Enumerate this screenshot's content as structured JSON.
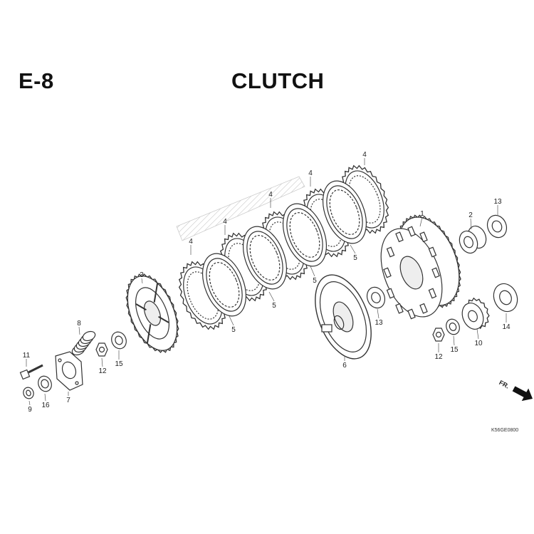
{
  "header": {
    "section_code": "E-8",
    "title": "CLUTCH"
  },
  "callouts": [
    {
      "id": "c1",
      "text": "1"
    },
    {
      "id": "c2",
      "text": "2"
    },
    {
      "id": "c13a",
      "text": "13"
    },
    {
      "id": "c4a",
      "text": "4"
    },
    {
      "id": "c4b",
      "text": "4"
    },
    {
      "id": "c4c",
      "text": "4"
    },
    {
      "id": "c4d",
      "text": "4"
    },
    {
      "id": "c4e",
      "text": "4"
    },
    {
      "id": "c3",
      "text": "3"
    },
    {
      "id": "c5a",
      "text": "5"
    },
    {
      "id": "c5b",
      "text": "5"
    },
    {
      "id": "c5c",
      "text": "5"
    },
    {
      "id": "c5d",
      "text": "5"
    },
    {
      "id": "c13b",
      "text": "13"
    },
    {
      "id": "c14",
      "text": "14"
    },
    {
      "id": "c10",
      "text": "10"
    },
    {
      "id": "c15a",
      "text": "15"
    },
    {
      "id": "c12a",
      "text": "12"
    },
    {
      "id": "c6",
      "text": "6"
    },
    {
      "id": "c8",
      "text": "8"
    },
    {
      "id": "c11",
      "text": "11"
    },
    {
      "id": "c12b",
      "text": "12"
    },
    {
      "id": "c15b",
      "text": "15"
    },
    {
      "id": "c7",
      "text": "7"
    },
    {
      "id": "c9",
      "text": "9"
    },
    {
      "id": "c16",
      "text": "16"
    }
  ],
  "direction": {
    "text": "FR."
  },
  "reference_code": "K56GE0800"
}
